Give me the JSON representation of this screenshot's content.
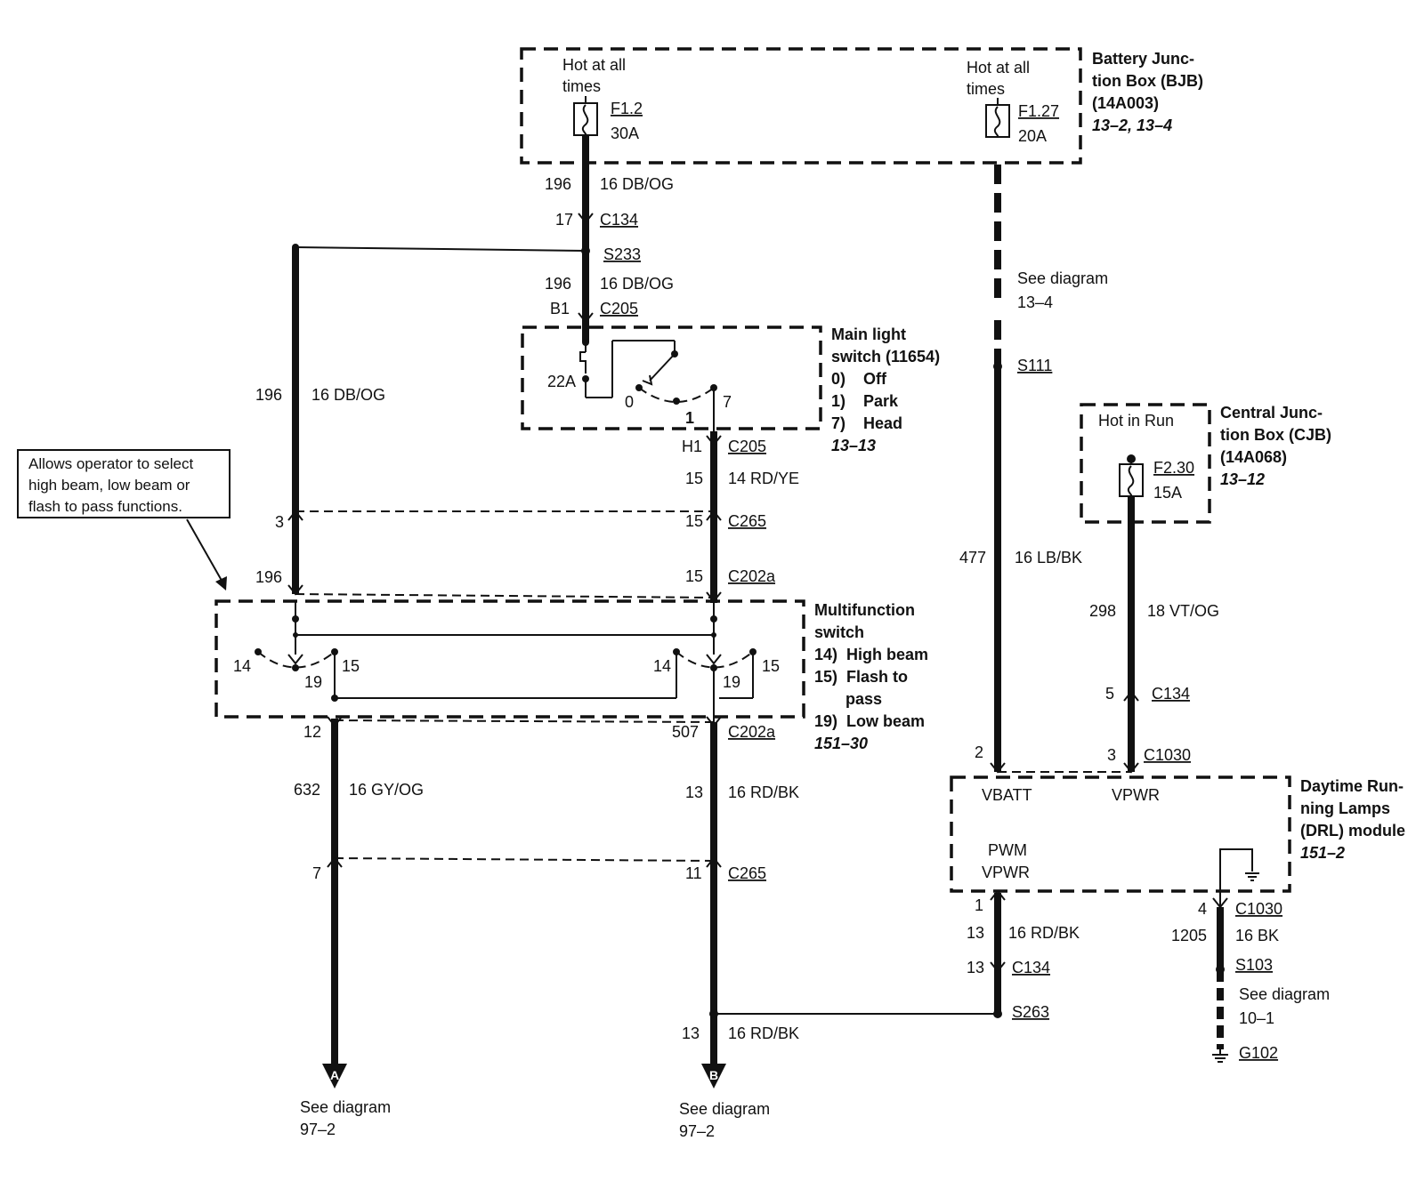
{
  "bjb": {
    "title1": "Battery Junc-",
    "title2": "tion Box (BJB)",
    "title3": "(14A003)",
    "ref": "13–2, 13–4",
    "hot1a": "Hot at all",
    "hot1b": "times",
    "fuse1": "F1.2",
    "amp1": "30A",
    "hot2a": "Hot at all",
    "hot2b": "times",
    "fuse2": "F1.27",
    "amp2": "20A"
  },
  "left_circuit": {
    "c1_num": "196",
    "c1_wire": "16 DB/OG",
    "pin17": "17",
    "c134": "C134",
    "s233": "S233",
    "c2_num": "196",
    "c2_wire": "16 DB/OG",
    "pinb1": "B1",
    "c205": "C205",
    "side_num": "196",
    "side_wire": "16 DB/OG"
  },
  "main_switch": {
    "title1": "Main light",
    "title2": "switch (11654)",
    "opt0": "0)    Off",
    "opt1": "1)    Park",
    "opt7": "7)    Head",
    "ref": "13–13",
    "breaker": "22A",
    "pos0": "0",
    "pos1": "1",
    "pos7": "7"
  },
  "head_circuit": {
    "pinh1": "H1",
    "c205": "C205",
    "num": "15",
    "wire": "14 RD/YE",
    "pin15a": "15",
    "c265": "C265",
    "pin15b": "15",
    "c202a": "C202a",
    "pin3": "3",
    "pin196": "196"
  },
  "callout": {
    "line1": "Allows operator to select",
    "line2": "high beam, low beam or",
    "line3": "flash to pass functions."
  },
  "multi_switch": {
    "title1": "Multifunction",
    "title2": "switch",
    "opt14": "14)  High beam",
    "opt15a": "15)  Flash to",
    "opt15b": "pass",
    "opt19": "19)  Low beam",
    "ref": "151–30",
    "l14": "14",
    "l19": "19",
    "l15": "15",
    "r14": "14",
    "r19": "19",
    "r15": "15"
  },
  "lower_left": {
    "pin12": "12",
    "num": "632",
    "wire": "16 GY/OG",
    "pin7": "7",
    "conn": "A",
    "see1": "See diagram",
    "see2": "97–2"
  },
  "lower_right": {
    "pin507": "507",
    "c202a": "C202a",
    "num": "13",
    "wire": "16 RD/BK",
    "pin11": "11",
    "c265": "C265",
    "num2": "13",
    "wire2": "16 RD/BK",
    "conn": "B",
    "see1": "See diagram",
    "see2": "97–2"
  },
  "vbatt_circuit": {
    "see1": "See diagram",
    "see2": "13–4",
    "s111": "S111",
    "num": "477",
    "wire": "16 LB/BK",
    "pin2": "2"
  },
  "cjb": {
    "hot": "Hot in Run",
    "fuse": "F2.30",
    "amp": "15A",
    "title1": "Central Junc-",
    "title2": "tion Box (CJB)",
    "title3": "(14A068)",
    "ref": "13–12",
    "num": "298",
    "wire": "18 VT/OG",
    "pin5": "5",
    "c134": "C134",
    "pin3": "3",
    "c1030": "C1030"
  },
  "drl": {
    "title1": "Daytime Run-",
    "title2": "ning Lamps",
    "title3": "(DRL) module",
    "ref": "151–2",
    "vbatt": "VBATT",
    "vpwr": "VPWR",
    "pwm1": "PWM",
    "pwm2": "VPWR"
  },
  "drl_out": {
    "pin1": "1",
    "num": "13",
    "wire": "16 RD/BK",
    "pin13": "13",
    "c134": "C134",
    "s263": "S263",
    "pin4": "4",
    "c1030": "C1030",
    "gnd_num": "1205",
    "gnd_wire": "16 BK",
    "s103": "S103",
    "see1": "See diagram",
    "see2": "10–1",
    "g102": "G102"
  }
}
